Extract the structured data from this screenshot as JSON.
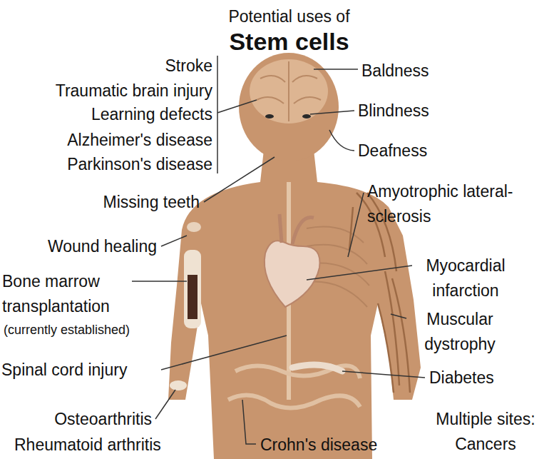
{
  "diagram": {
    "title": "Potential uses of Stem cells",
    "labels": [
      "Stroke",
      "Traumatic brain injury",
      "Learning defects",
      "Alzheimer's disease",
      "Parkinson's disease",
      "Baldness",
      "Blindness",
      "Deafness",
      "Missing teeth",
      "Amyotrophic lateral- sclerosis",
      "Wound healing",
      "Myocardial infarction",
      "Bone marrow transplantation",
      "(currently established)",
      "Muscular dystrophy",
      "Spinal cord injury",
      "Diabetes",
      "Osteoarthritis",
      "Rheumatoid arthritis",
      "Crohn's disease",
      "Multiple sites: Cancers"
    ]
  }
}
